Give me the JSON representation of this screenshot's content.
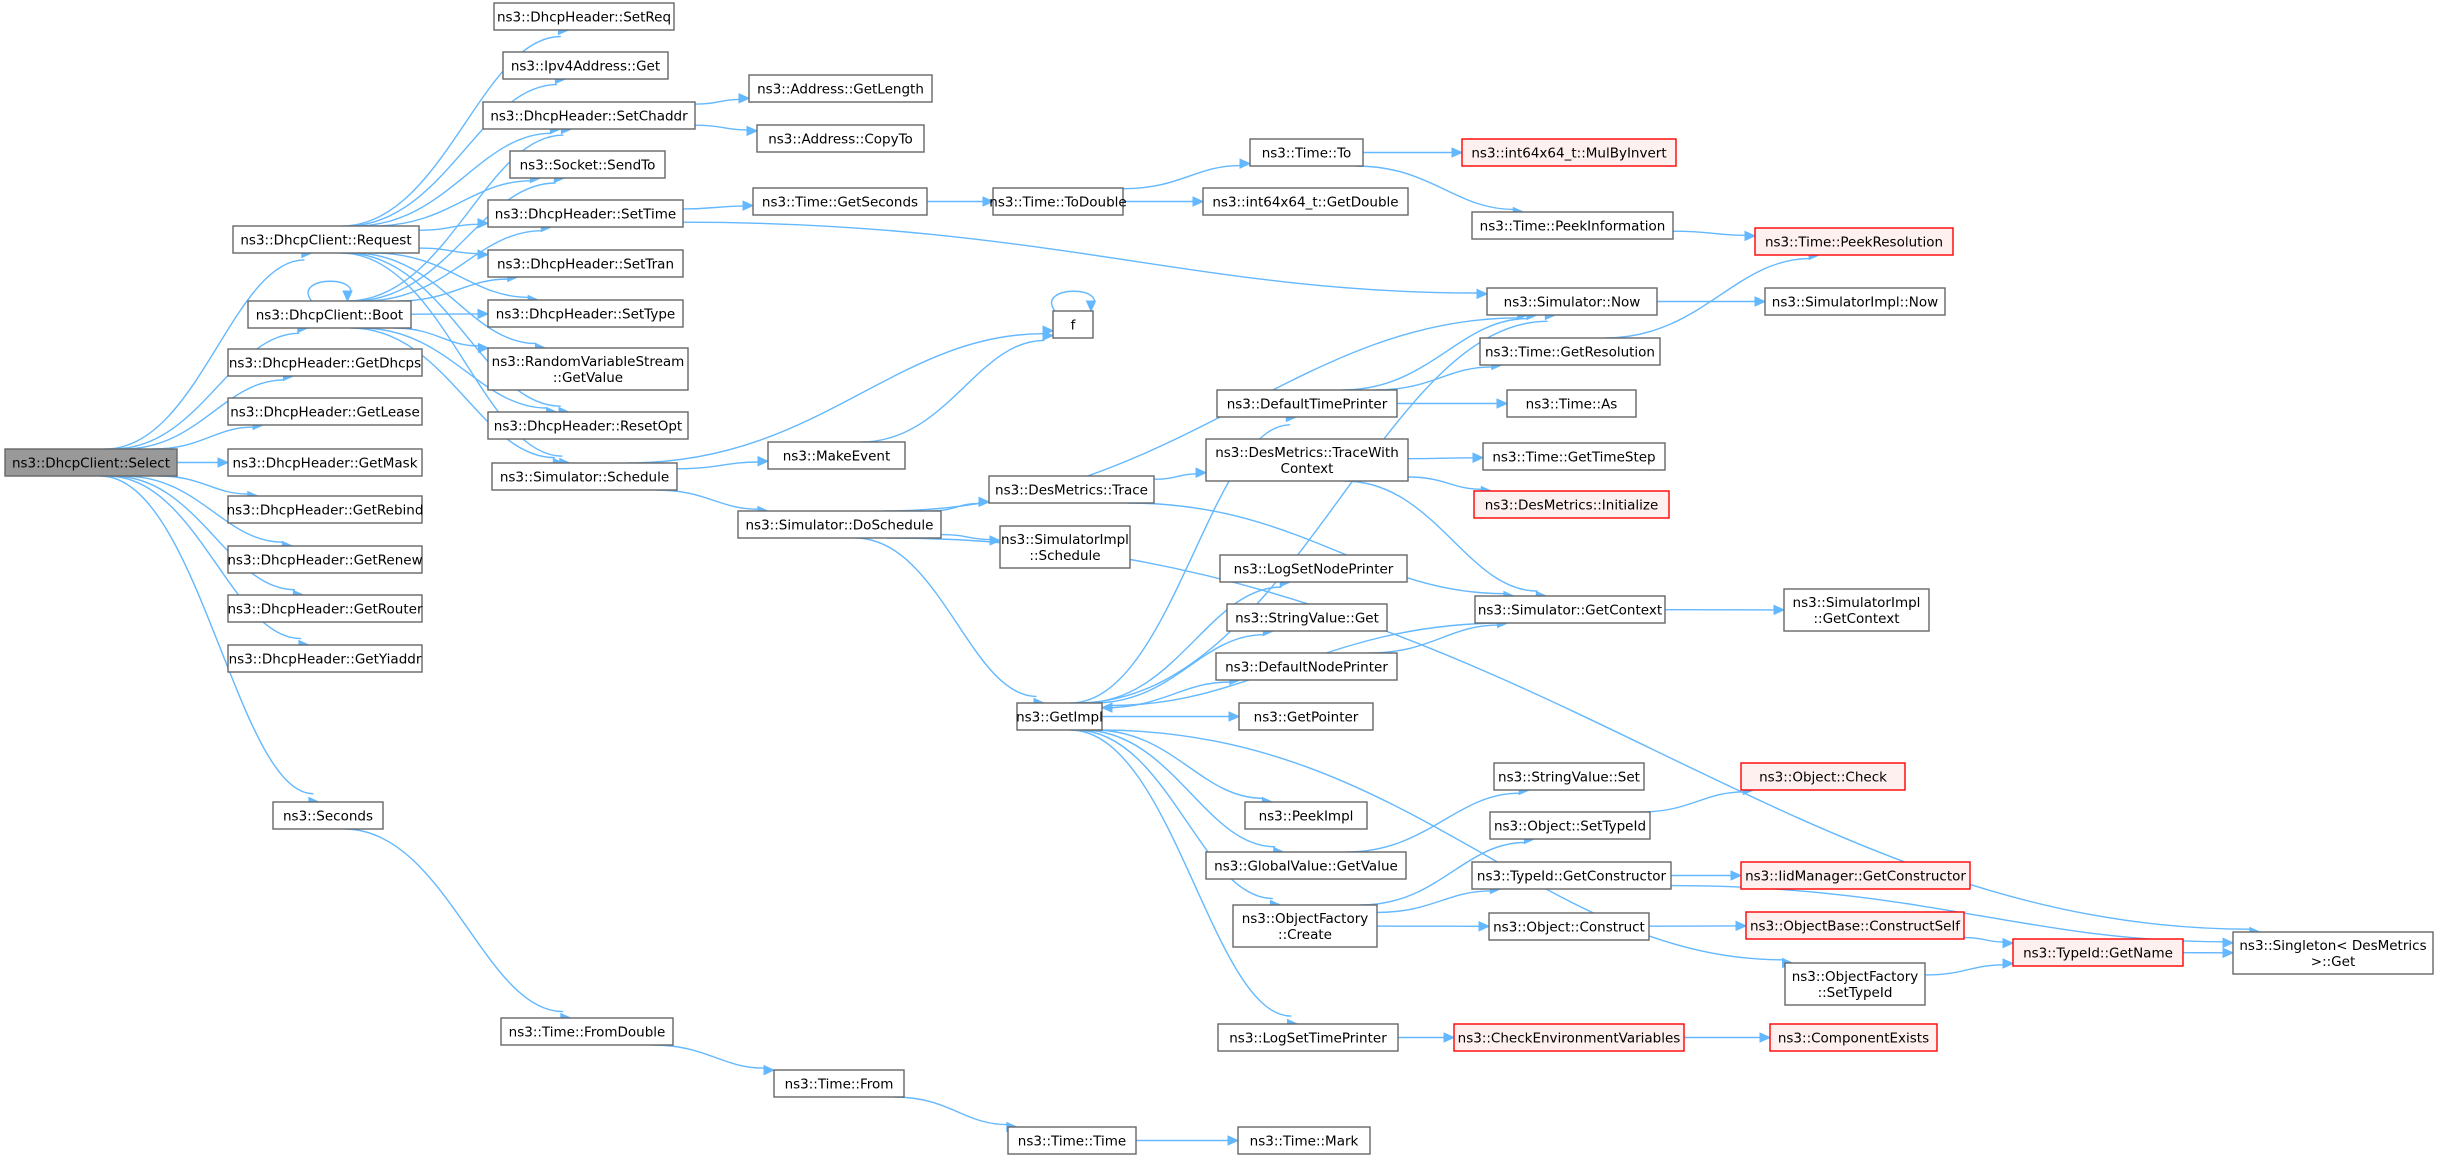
{
  "graph": {
    "edge_color": "#63b8ff",
    "node_border": "#666666",
    "root_fill": "#999999",
    "truncated_border": "#ff0000",
    "truncated_fill": "#fff0f0",
    "nodes": [
      {
        "id": "select",
        "label": [
          "ns3::DhcpClient::Select"
        ],
        "style": "root"
      },
      {
        "id": "request",
        "label": [
          "ns3::DhcpClient::Request"
        ]
      },
      {
        "id": "boot",
        "label": [
          "ns3::DhcpClient::Boot"
        ]
      },
      {
        "id": "getdhcps",
        "label": [
          "ns3::DhcpHeader::GetDhcps"
        ]
      },
      {
        "id": "getlease",
        "label": [
          "ns3::DhcpHeader::GetLease"
        ]
      },
      {
        "id": "getmask",
        "label": [
          "ns3::DhcpHeader::GetMask"
        ]
      },
      {
        "id": "getrebind",
        "label": [
          "ns3::DhcpHeader::GetRebind"
        ]
      },
      {
        "id": "getrenew",
        "label": [
          "ns3::DhcpHeader::GetRenew"
        ]
      },
      {
        "id": "getrouter",
        "label": [
          "ns3::DhcpHeader::GetRouter"
        ]
      },
      {
        "id": "getyiaddr",
        "label": [
          "ns3::DhcpHeader::GetYiaddr"
        ]
      },
      {
        "id": "seconds",
        "label": [
          "ns3::Seconds"
        ]
      },
      {
        "id": "setreq",
        "label": [
          "ns3::DhcpHeader::SetReq"
        ]
      },
      {
        "id": "ipv4get",
        "label": [
          "ns3::Ipv4Address::Get"
        ]
      },
      {
        "id": "setchaddr",
        "label": [
          "ns3::DhcpHeader::SetChaddr"
        ]
      },
      {
        "id": "sendto",
        "label": [
          "ns3::Socket::SendTo"
        ]
      },
      {
        "id": "settime",
        "label": [
          "ns3::DhcpHeader::SetTime"
        ]
      },
      {
        "id": "settran",
        "label": [
          "ns3::DhcpHeader::SetTran"
        ]
      },
      {
        "id": "settype",
        "label": [
          "ns3::DhcpHeader::SetType"
        ]
      },
      {
        "id": "rvsgetvalue",
        "label": [
          "ns3::RandomVariableStream",
          "::GetValue"
        ]
      },
      {
        "id": "resetopt",
        "label": [
          "ns3::DhcpHeader::ResetOpt"
        ]
      },
      {
        "id": "schedule",
        "label": [
          "ns3::Simulator::Schedule"
        ]
      },
      {
        "id": "fromdouble",
        "label": [
          "ns3::Time::FromDouble"
        ]
      },
      {
        "id": "addrgetlength",
        "label": [
          "ns3::Address::GetLength"
        ]
      },
      {
        "id": "addrcopyto",
        "label": [
          "ns3::Address::CopyTo"
        ]
      },
      {
        "id": "timegetseconds",
        "label": [
          "ns3::Time::GetSeconds"
        ]
      },
      {
        "id": "makeevent",
        "label": [
          "ns3::MakeEvent"
        ]
      },
      {
        "id": "doschedule",
        "label": [
          "ns3::Simulator::DoSchedule"
        ]
      },
      {
        "id": "timefrom",
        "label": [
          "ns3::Time::From"
        ]
      },
      {
        "id": "f",
        "label": [
          "f"
        ]
      },
      {
        "id": "timetodouble",
        "label": [
          "ns3::Time::ToDouble"
        ]
      },
      {
        "id": "destrace",
        "label": [
          "ns3::DesMetrics::Trace"
        ]
      },
      {
        "id": "simimplschedule",
        "label": [
          "ns3::SimulatorImpl",
          "::Schedule"
        ]
      },
      {
        "id": "getimpl",
        "label": [
          "ns3::GetImpl"
        ]
      },
      {
        "id": "timetime",
        "label": [
          "ns3::Time::Time"
        ]
      },
      {
        "id": "timeto",
        "label": [
          "ns3::Time::To"
        ]
      },
      {
        "id": "int64getdouble",
        "label": [
          "ns3::int64x64_t::GetDouble"
        ]
      },
      {
        "id": "defaulttimeprinter",
        "label": [
          "ns3::DefaultTimePrinter"
        ]
      },
      {
        "id": "destracewith",
        "label": [
          "ns3::DesMetrics::TraceWith",
          "Context"
        ]
      },
      {
        "id": "logsetnodeprinter",
        "label": [
          "ns3::LogSetNodePrinter"
        ]
      },
      {
        "id": "stringvalueget",
        "label": [
          "ns3::StringValue::Get"
        ]
      },
      {
        "id": "defaultnodeprinter",
        "label": [
          "ns3::DefaultNodePrinter"
        ]
      },
      {
        "id": "getpointer",
        "label": [
          "ns3::GetPointer"
        ]
      },
      {
        "id": "peekimpl",
        "label": [
          "ns3::PeekImpl"
        ]
      },
      {
        "id": "globalvaluegetvalue",
        "label": [
          "ns3::GlobalValue::GetValue"
        ]
      },
      {
        "id": "objfactorycreate",
        "label": [
          "ns3::ObjectFactory",
          "::Create"
        ]
      },
      {
        "id": "logsettimeprinter",
        "label": [
          "ns3::LogSetTimePrinter"
        ]
      },
      {
        "id": "timemark",
        "label": [
          "ns3::Time::Mark"
        ]
      },
      {
        "id": "mulbyinvert",
        "label": [
          "ns3::int64x64_t::MulByInvert"
        ],
        "style": "red"
      },
      {
        "id": "peekinformation",
        "label": [
          "ns3::Time::PeekInformation"
        ]
      },
      {
        "id": "simnow",
        "label": [
          "ns3::Simulator::Now"
        ]
      },
      {
        "id": "timegetresolution",
        "label": [
          "ns3::Time::GetResolution"
        ]
      },
      {
        "id": "timeas",
        "label": [
          "ns3::Time::As"
        ]
      },
      {
        "id": "timegettimestep",
        "label": [
          "ns3::Time::GetTimeStep"
        ]
      },
      {
        "id": "desinitialize",
        "label": [
          "ns3::DesMetrics::Initialize"
        ],
        "style": "red"
      },
      {
        "id": "simgetcontext",
        "label": [
          "ns3::Simulator::GetContext"
        ]
      },
      {
        "id": "stringvalueset",
        "label": [
          "ns3::StringValue::Set"
        ]
      },
      {
        "id": "objsettypeid",
        "label": [
          "ns3::Object::SetTypeId"
        ]
      },
      {
        "id": "typeidgetconstructor",
        "label": [
          "ns3::TypeId::GetConstructor"
        ]
      },
      {
        "id": "objconstruct",
        "label": [
          "ns3::Object::Construct"
        ]
      },
      {
        "id": "objfactorysettypeid",
        "label": [
          "ns3::ObjectFactory",
          "::SetTypeId"
        ]
      },
      {
        "id": "checkenv",
        "label": [
          "ns3::CheckEnvironmentVariables"
        ],
        "style": "red"
      },
      {
        "id": "peekresolution",
        "label": [
          "ns3::Time::PeekResolution"
        ],
        "style": "red"
      },
      {
        "id": "simimplnow",
        "label": [
          "ns3::SimulatorImpl::Now"
        ]
      },
      {
        "id": "simimplgetcontext",
        "label": [
          "ns3::SimulatorImpl",
          "::GetContext"
        ]
      },
      {
        "id": "objcheck",
        "label": [
          "ns3::Object::Check"
        ],
        "style": "red"
      },
      {
        "id": "iidgetconstructor",
        "label": [
          "ns3::IidManager::GetConstructor"
        ],
        "style": "red"
      },
      {
        "id": "constructself",
        "label": [
          "ns3::ObjectBase::ConstructSelf"
        ],
        "style": "red"
      },
      {
        "id": "typeidgetname",
        "label": [
          "ns3::TypeId::GetName"
        ],
        "style": "red"
      },
      {
        "id": "componentexists",
        "label": [
          "ns3::ComponentExists"
        ],
        "style": "red"
      },
      {
        "id": "singletonget",
        "label": [
          "ns3::Singleton< DesMetrics",
          ">::Get"
        ]
      }
    ],
    "edges": [
      [
        "select",
        "request"
      ],
      [
        "select",
        "boot"
      ],
      [
        "select",
        "getdhcps"
      ],
      [
        "select",
        "getlease"
      ],
      [
        "select",
        "getmask"
      ],
      [
        "select",
        "getrebind"
      ],
      [
        "select",
        "getrenew"
      ],
      [
        "select",
        "getrouter"
      ],
      [
        "select",
        "getyiaddr"
      ],
      [
        "select",
        "seconds"
      ],
      [
        "request",
        "setreq"
      ],
      [
        "request",
        "ipv4get"
      ],
      [
        "request",
        "setchaddr"
      ],
      [
        "request",
        "sendto"
      ],
      [
        "request",
        "settime"
      ],
      [
        "request",
        "settran"
      ],
      [
        "request",
        "settype"
      ],
      [
        "request",
        "rvsgetvalue"
      ],
      [
        "request",
        "resetopt"
      ],
      [
        "request",
        "schedule"
      ],
      [
        "boot",
        "boot"
      ],
      [
        "boot",
        "setchaddr"
      ],
      [
        "boot",
        "sendto"
      ],
      [
        "boot",
        "settime"
      ],
      [
        "boot",
        "settran"
      ],
      [
        "boot",
        "settype"
      ],
      [
        "boot",
        "rvsgetvalue"
      ],
      [
        "boot",
        "resetopt"
      ],
      [
        "boot",
        "schedule"
      ],
      [
        "setchaddr",
        "addrgetlength"
      ],
      [
        "setchaddr",
        "addrcopyto"
      ],
      [
        "settime",
        "timegetseconds"
      ],
      [
        "settime",
        "simnow"
      ],
      [
        "timegetseconds",
        "timetodouble"
      ],
      [
        "timetodouble",
        "timeto"
      ],
      [
        "timetodouble",
        "int64getdouble"
      ],
      [
        "timeto",
        "mulbyinvert"
      ],
      [
        "timeto",
        "peekinformation"
      ],
      [
        "peekinformation",
        "peekresolution"
      ],
      [
        "schedule",
        "f"
      ],
      [
        "schedule",
        "makeevent"
      ],
      [
        "schedule",
        "doschedule"
      ],
      [
        "makeevent",
        "f"
      ],
      [
        "f",
        "f"
      ],
      [
        "doschedule",
        "simnow"
      ],
      [
        "doschedule",
        "destrace"
      ],
      [
        "doschedule",
        "simimplschedule"
      ],
      [
        "doschedule",
        "getimpl"
      ],
      [
        "doschedule",
        "singletonget"
      ],
      [
        "destrace",
        "destracewith"
      ],
      [
        "destrace",
        "simgetcontext"
      ],
      [
        "destracewith",
        "timegettimestep"
      ],
      [
        "destracewith",
        "desinitialize"
      ],
      [
        "destracewith",
        "simgetcontext"
      ],
      [
        "getimpl",
        "simnow"
      ],
      [
        "getimpl",
        "defaulttimeprinter"
      ],
      [
        "getimpl",
        "logsetnodeprinter"
      ],
      [
        "getimpl",
        "stringvalueget"
      ],
      [
        "getimpl",
        "defaultnodeprinter"
      ],
      [
        "getimpl",
        "getpointer"
      ],
      [
        "getimpl",
        "peekimpl"
      ],
      [
        "getimpl",
        "globalvaluegetvalue"
      ],
      [
        "getimpl",
        "objfactorycreate"
      ],
      [
        "getimpl",
        "objfactorysettypeid"
      ],
      [
        "getimpl",
        "logsettimeprinter"
      ],
      [
        "defaulttimeprinter",
        "simnow"
      ],
      [
        "defaulttimeprinter",
        "timegetresolution"
      ],
      [
        "defaulttimeprinter",
        "timeas"
      ],
      [
        "timegetresolution",
        "peekresolution"
      ],
      [
        "simnow",
        "simimplnow"
      ],
      [
        "simgetcontext",
        "simimplgetcontext"
      ],
      [
        "simgetcontext",
        "getimpl"
      ],
      [
        "defaultnodeprinter",
        "simgetcontext"
      ],
      [
        "globalvaluegetvalue",
        "stringvalueset"
      ],
      [
        "objfactorycreate",
        "objsettypeid"
      ],
      [
        "objfactorycreate",
        "typeidgetconstructor"
      ],
      [
        "objfactorycreate",
        "objconstruct"
      ],
      [
        "objsettypeid",
        "objcheck"
      ],
      [
        "typeidgetconstructor",
        "iidgetconstructor"
      ],
      [
        "typeidgetconstructor",
        "singletonget"
      ],
      [
        "objconstruct",
        "constructself"
      ],
      [
        "constructself",
        "typeidgetname"
      ],
      [
        "objfactorysettypeid",
        "typeidgetname"
      ],
      [
        "typeidgetname",
        "singletonget"
      ],
      [
        "logsettimeprinter",
        "checkenv"
      ],
      [
        "checkenv",
        "componentexists"
      ],
      [
        "seconds",
        "fromdouble"
      ],
      [
        "fromdouble",
        "timefrom"
      ],
      [
        "timefrom",
        "timetime"
      ],
      [
        "timetime",
        "timemark"
      ]
    ]
  }
}
